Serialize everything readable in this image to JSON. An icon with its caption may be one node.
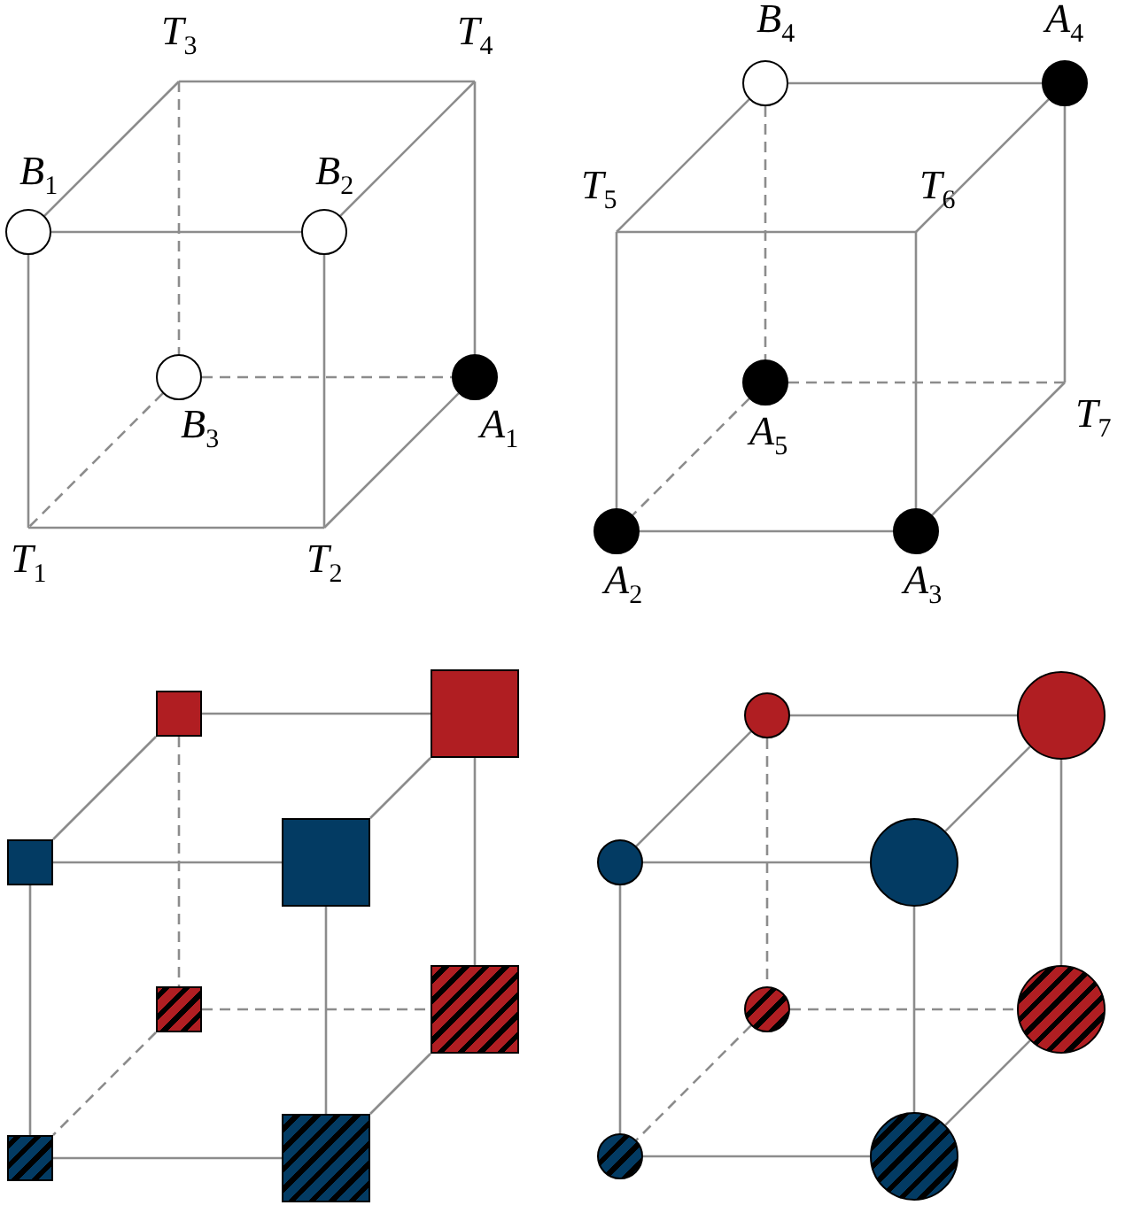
{
  "diagram": {
    "nodes": [
      {
        "text": [
          "T$_{3}$"
        ]
      },
      {
        "text": [
          "T$_{4}$"
        ]
      },
      {
        "text": [],
        "shape": "circle",
        "beside": [
          "B$_{1}$"
        ]
      },
      {
        "text": [],
        "shape": "circle",
        "beside": [
          "B$_{2}$"
        ]
      },
      {
        "text": [],
        "shape": "circle",
        "beside": [
          "B$_{3}$"
        ]
      },
      {
        "text": [],
        "shape": "circle",
        "beside": [
          "A$_{1}$"
        ]
      },
      {
        "text": [
          "T$_{1}$"
        ]
      },
      {
        "text": [
          "T$_{2}$"
        ]
      },
      {
        "text": [],
        "shape": "circle",
        "beside": [
          "B$_{4}$"
        ]
      },
      {
        "text": [],
        "shape": "circle",
        "beside": [
          "A$_{4}$"
        ]
      },
      {
        "text": [
          "T$_{5}$"
        ]
      },
      {
        "text": [
          "T$_{6}$"
        ]
      },
      {
        "text": [],
        "shape": "circle",
        "beside": [
          "A$_{5}$"
        ]
      },
      {
        "text": [
          "T$_{7}$"
        ]
      },
      {
        "text": [],
        "shape": "circle",
        "beside": [
          "A$_{2}$"
        ]
      },
      {
        "text": [],
        "shape": "circle",
        "beside": [
          "A$_{3}$"
        ]
      },
      {
        "text": [],
        "shape": "box"
      },
      {
        "text": [],
        "shape": "box"
      },
      {
        "text": [],
        "shape": "box"
      },
      {
        "text": [],
        "shape": "box"
      },
      {
        "text": [],
        "shape": "box"
      },
      {
        "text": [],
        "shape": "box"
      },
      {
        "text": [],
        "shape": "box"
      },
      {
        "text": [],
        "shape": "box"
      },
      {
        "text": [],
        "shape": "circle"
      },
      {
        "text": [],
        "shape": "circle"
      },
      {
        "text": [],
        "shape": "circle"
      },
      {
        "text": [],
        "shape": "circle"
      },
      {
        "text": [],
        "shape": "circle"
      },
      {
        "text": [],
        "shape": "circle"
      },
      {
        "text": [],
        "shape": "circle"
      },
      {
        "text": [],
        "shape": "circle"
      }
    ],
    "edges": [
      {
        "from": 0,
        "to": 1,
        "arrow": "none"
      },
      {
        "from": 2,
        "to": 3,
        "arrow": "none"
      },
      {
        "from": 0,
        "to": 2,
        "arrow": "none"
      },
      {
        "from": 1,
        "to": 3,
        "arrow": "none"
      },
      {
        "from": 4,
        "to": 5,
        "arrow": "none",
        "style": "dashed"
      },
      {
        "from": 6,
        "to": 7,
        "arrow": "none"
      },
      {
        "from": 4,
        "to": 6,
        "arrow": "none",
        "style": "dashed"
      },
      {
        "from": 5,
        "to": 7,
        "arrow": "none"
      },
      {
        "from": 0,
        "to": 4,
        "arrow": "none",
        "style": "dashed"
      },
      {
        "from": 1,
        "to": 5,
        "arrow": "none"
      },
      {
        "from": 2,
        "to": 6,
        "arrow": "none"
      },
      {
        "from": 3,
        "to": 7,
        "arrow": "none"
      },
      {
        "from": 8,
        "to": 9,
        "arrow": "none"
      },
      {
        "from": 10,
        "to": 11,
        "arrow": "none"
      },
      {
        "from": 8,
        "to": 10,
        "arrow": "none"
      },
      {
        "from": 9,
        "to": 11,
        "arrow": "none"
      },
      {
        "from": 12,
        "to": 13,
        "arrow": "none",
        "style": "dashed"
      },
      {
        "from": 14,
        "to": 15,
        "arrow": "none"
      },
      {
        "from": 12,
        "to": 14,
        "arrow": "none",
        "style": "dashed"
      },
      {
        "from": 13,
        "to": 15,
        "arrow": "none"
      },
      {
        "from": 8,
        "to": 12,
        "arrow": "none",
        "style": "dashed"
      },
      {
        "from": 9,
        "to": 13,
        "arrow": "none"
      },
      {
        "from": 10,
        "to": 14,
        "arrow": "none"
      },
      {
        "from": 11,
        "to": 15,
        "arrow": "none"
      },
      {
        "from": 16,
        "to": 17,
        "arrow": "none"
      },
      {
        "from": 18,
        "to": 19,
        "arrow": "none"
      },
      {
        "from": 16,
        "to": 18,
        "arrow": "none"
      },
      {
        "from": 17,
        "to": 19,
        "arrow": "none"
      },
      {
        "from": 20,
        "to": 21,
        "arrow": "none",
        "style": "dashed"
      },
      {
        "from": 22,
        "to": 23,
        "arrow": "none"
      },
      {
        "from": 20,
        "to": 22,
        "arrow": "none",
        "style": "dashed"
      },
      {
        "from": 21,
        "to": 23,
        "arrow": "none"
      },
      {
        "from": 16,
        "to": 20,
        "arrow": "none",
        "style": "dashed"
      },
      {
        "from": 17,
        "to": 21,
        "arrow": "none"
      },
      {
        "from": 18,
        "to": 22,
        "arrow": "none"
      },
      {
        "from": 19,
        "to": 23,
        "arrow": "none"
      },
      {
        "from": 24,
        "to": 25,
        "arrow": "none"
      },
      {
        "from": 26,
        "to": 27,
        "arrow": "none"
      },
      {
        "from": 24,
        "to": 26,
        "arrow": "none"
      },
      {
        "from": 25,
        "to": 27,
        "arrow": "none"
      },
      {
        "from": 28,
        "to": 29,
        "arrow": "none",
        "style": "dashed"
      },
      {
        "from": 30,
        "to": 31,
        "arrow": "none"
      },
      {
        "from": 28,
        "to": 30,
        "arrow": "none",
        "style": "dashed"
      },
      {
        "from": 29,
        "to": 31,
        "arrow": "none"
      },
      {
        "from": 24,
        "to": 28,
        "arrow": "none",
        "style": "dashed"
      },
      {
        "from": 25,
        "to": 29,
        "arrow": "none"
      },
      {
        "from": 26,
        "to": 30,
        "arrow": "none"
      },
      {
        "from": 27,
        "to": 31,
        "arrow": "none"
      }
    ]
  }
}
